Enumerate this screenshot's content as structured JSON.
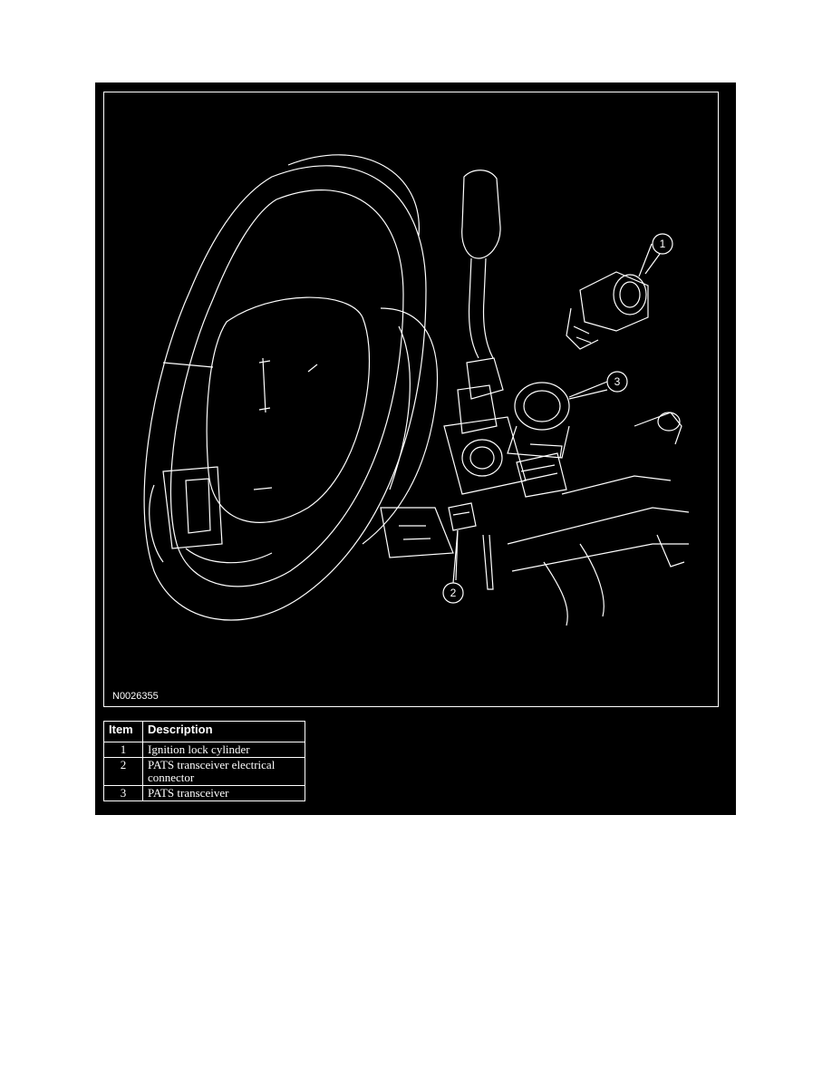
{
  "figure": {
    "id": "N0026355",
    "callouts": [
      "1",
      "3",
      "2"
    ]
  },
  "legend": {
    "header_item": "Item",
    "header_description": "Description",
    "rows": [
      {
        "item": "1",
        "description": "Ignition lock cylinder"
      },
      {
        "item": "2",
        "description": "PATS transceiver electrical connector"
      },
      {
        "item": "3",
        "description": "PATS transceiver"
      }
    ]
  },
  "colors": {
    "background": "#000000",
    "line": "#ffffff",
    "page": "#ffffff"
  }
}
